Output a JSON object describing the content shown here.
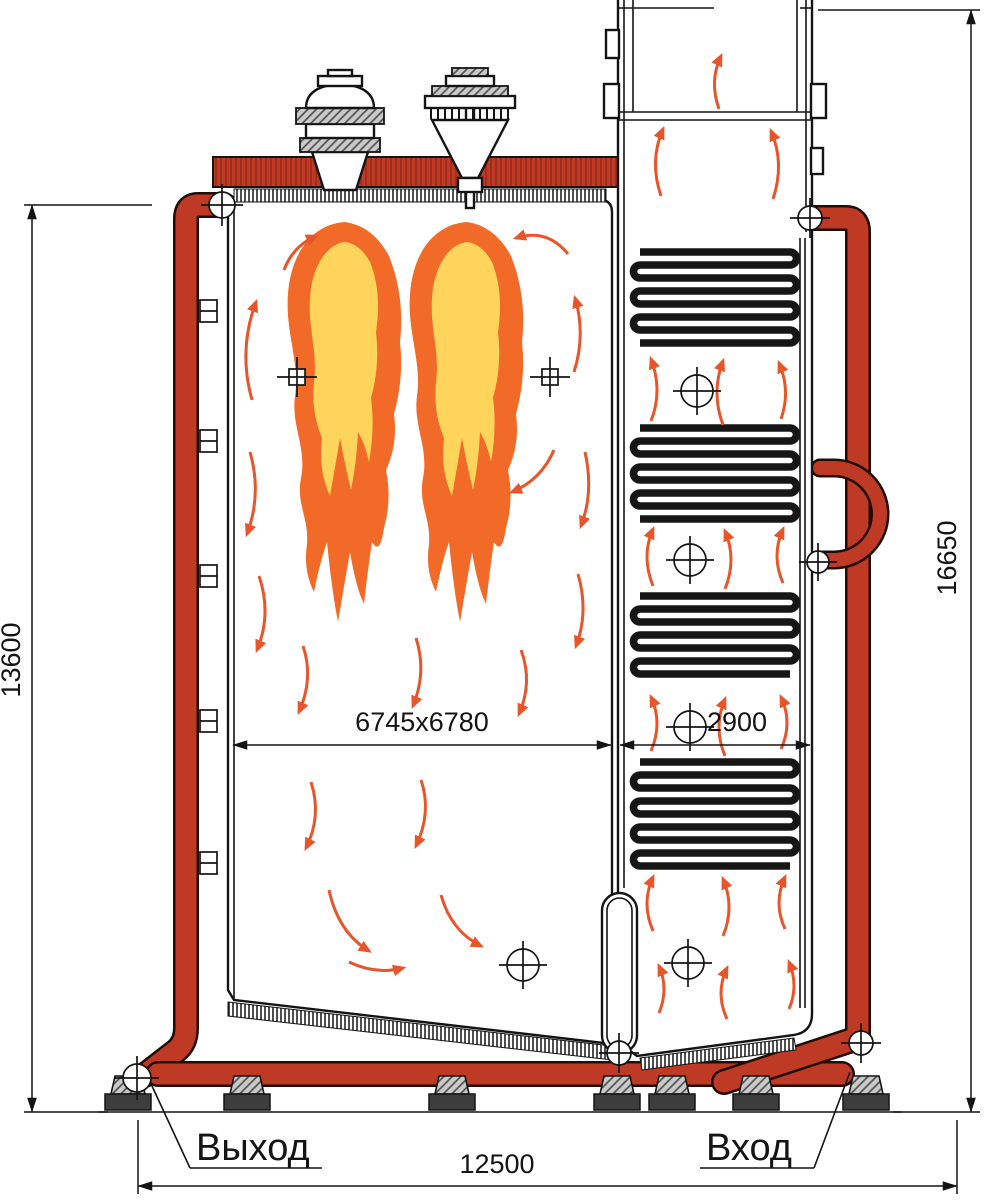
{
  "dimensions": {
    "overall_height_left": "13600",
    "overall_height_right": "16650",
    "furnace_size": "6745x6780",
    "convective_pass_width": "2900",
    "overall_width": "12500"
  },
  "labels": {
    "outlet": "Выход",
    "inlet": "Вход"
  },
  "colors": {
    "pipe_red": "#bf3a24",
    "flame_outer": "#f26a28",
    "flame_mid": "#f7941e",
    "flame_inner": "#ffd45a",
    "arrow": "#e8552a",
    "line": "#141414",
    "metal_dark": "#3d3d3d"
  }
}
